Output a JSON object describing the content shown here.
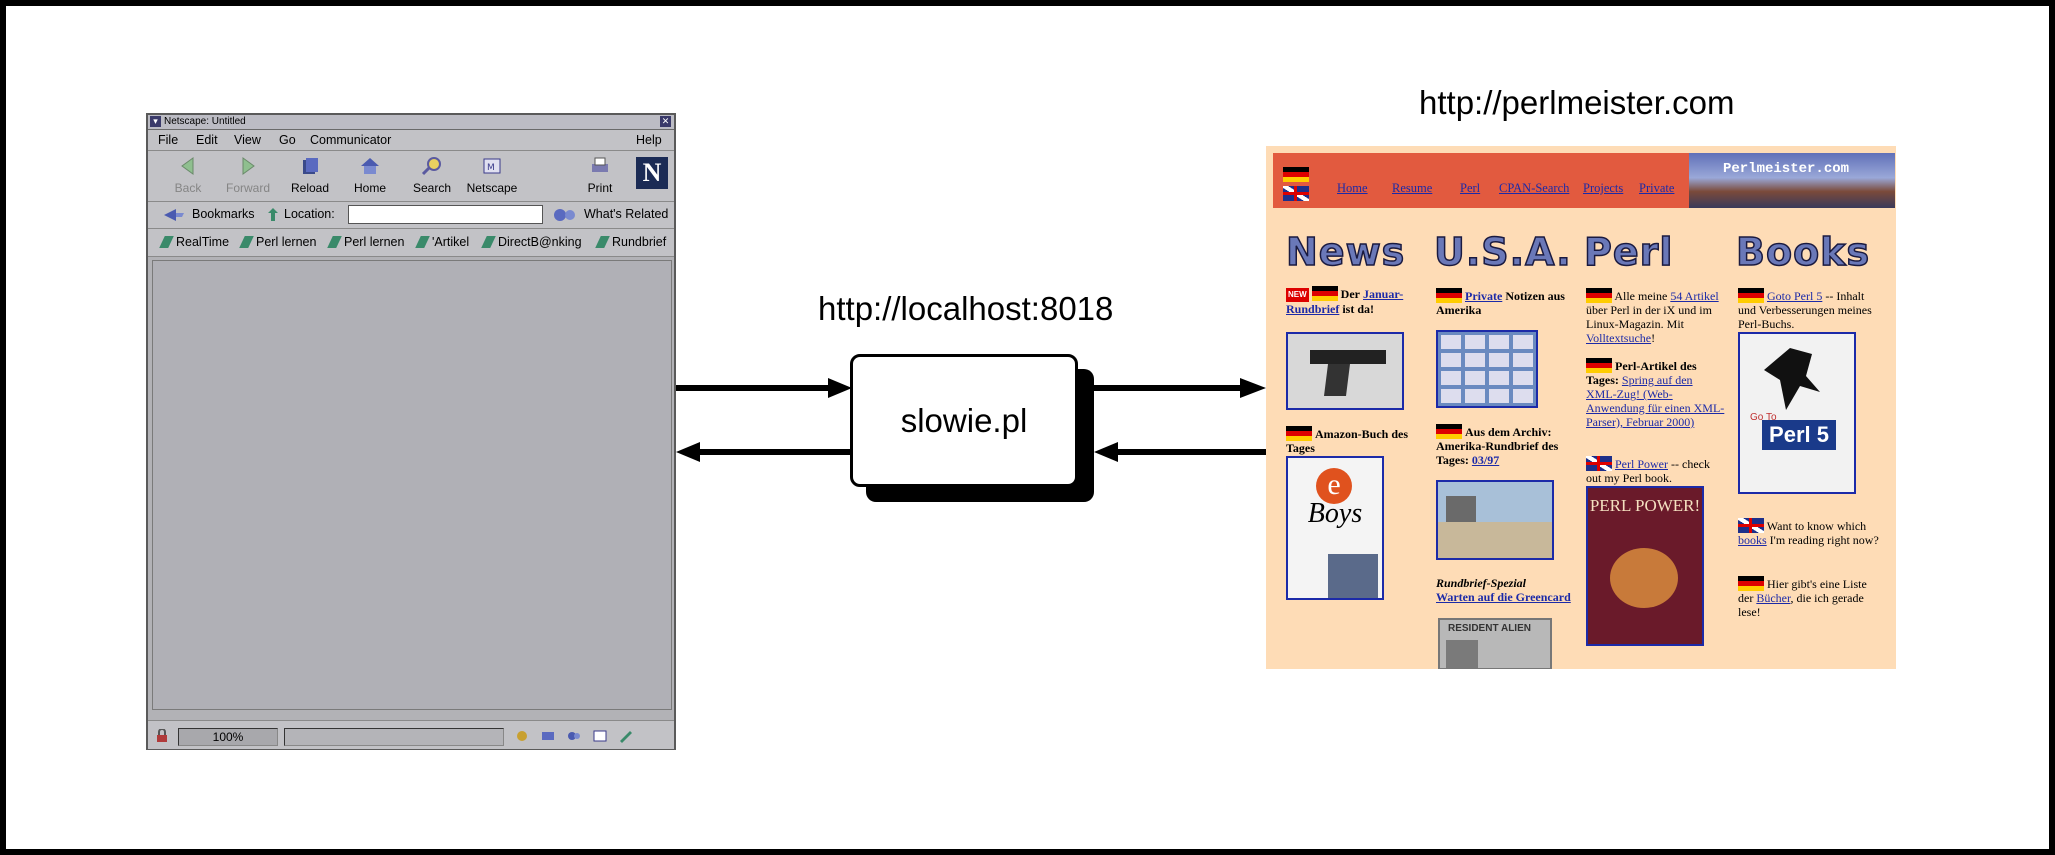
{
  "diagram": {
    "client_to_server_label": "http://localhost:8018",
    "server_label": "slowie.pl",
    "remote_label": "http://perlmeister.com"
  },
  "netscape": {
    "window_title": "Netscape: Untitled",
    "menu": [
      "File",
      "Edit",
      "View",
      "Go",
      "Communicator",
      "Help"
    ],
    "toolbar": [
      {
        "label": "Back",
        "icon": "back-icon",
        "disabled": true
      },
      {
        "label": "Forward",
        "icon": "forward-icon",
        "disabled": true
      },
      {
        "label": "Reload",
        "icon": "reload-icon",
        "disabled": false
      },
      {
        "label": "Home",
        "icon": "home-icon",
        "disabled": false
      },
      {
        "label": "Search",
        "icon": "search-icon",
        "disabled": false
      },
      {
        "label": "Netscape",
        "icon": "netscape-icon",
        "disabled": false
      },
      {
        "label": "Print",
        "icon": "print-icon",
        "disabled": false
      }
    ],
    "logo_letter": "N",
    "bookmarks_label": "Bookmarks",
    "location_label": "Location:",
    "location_value": "",
    "whats_related_label": "What's Related",
    "personal_toolbar": [
      "RealTime",
      "Perl lernen",
      "Perl lernen",
      "'Artikel",
      "DirectB@nking",
      "Rundbrief"
    ],
    "zoom": "100%"
  },
  "perlmeister": {
    "nav": [
      "Home",
      "Resume",
      "Perl",
      "CPAN-Search",
      "Projects",
      "Private"
    ],
    "banner": "Perlmeister.com",
    "columns": {
      "news": {
        "heading": "News",
        "new_badge": "NEW",
        "item1_pre": "Der",
        "item1_link": "Januar-Rundbrief",
        "item1_post": "ist da!",
        "item2": "Amazon-Buch des Tages",
        "book_title": "Boys",
        "book_letter": "e"
      },
      "usa": {
        "heading": "U.S.A.",
        "item1_link": "Private",
        "item1_post": "Notizen aus Amerika",
        "item2_pre": "Aus dem Archiv: Amerika-Rundbrief des Tages:",
        "item2_link": "03/97",
        "item3_title": "Rundbrief-Spezial",
        "item3_link": "Warten auf die Greencard",
        "card_text": "RESIDENT ALIEN"
      },
      "perl": {
        "heading": "Perl",
        "item1_pre": "Alle meine",
        "item1_link1": "54 Artikel",
        "item1_mid": "über Perl in der iX und im Linux-Magazin. Mit",
        "item1_link2": "Volltextsuche",
        "item1_post": "!",
        "item2_pre": "Perl-Artikel des Tages:",
        "item2_link": "Spring auf den XML-Zug! (Web-Anwendung für einen XML-Parser), Februar 2000)",
        "item3_link": "Perl Power",
        "item3_post": "-- check out my Perl book.",
        "book_title": "PERL POWER!"
      },
      "books": {
        "heading": "Books",
        "item1_link": "Goto Perl 5",
        "item1_post": "-- Inhalt und Verbesserungen meines Perl-Buchs.",
        "book_title": "Perl 5",
        "book_goto": "Go To",
        "item2_pre": "Want to know which",
        "item2_link": "books",
        "item2_post": "I'm reading right now?",
        "item3_pre": "Hier gibt's eine Liste der",
        "item3_link": "Bücher",
        "item3_post": ", die ich gerade lese!"
      }
    }
  }
}
